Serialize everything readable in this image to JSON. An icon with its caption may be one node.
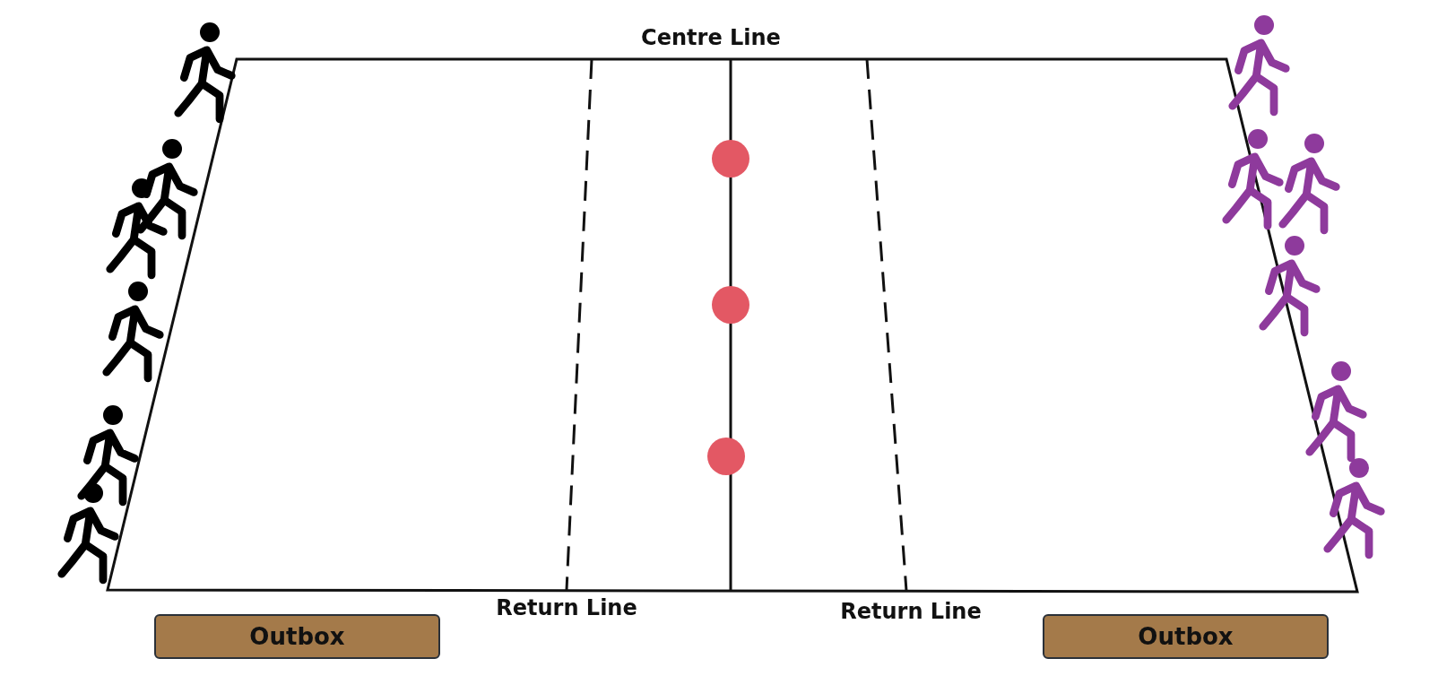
{
  "diagram": {
    "nodes": [
      {
        "text": [
          "Outbox"
        ]
      },
      {
        "text": [
          "Outbox"
        ]
      }
    ],
    "labels": [
      "Centre Line",
      "Return Line",
      "Return Line"
    ]
  }
}
